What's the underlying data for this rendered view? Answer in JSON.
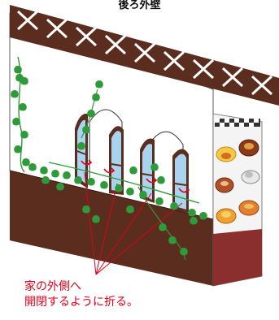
{
  "title": "後ろ外壁",
  "annotation": {
    "line1": "家の外側へ",
    "line2": "開閉するように折る。"
  },
  "colors": {
    "beam": "#5a2d1e",
    "wall_lower": "#5a2d1e",
    "ivy": "#2f9a3a",
    "window_frame": "#5a2d1e",
    "glass": "#a8d4ef",
    "accent_red": "#e0001a",
    "menu_panel": "#8b2e2e",
    "menu_bg": "#ffffff"
  },
  "icons": [
    "ivy-leaf-icon",
    "arc-arrow-icon",
    "food-photo-icon"
  ]
}
